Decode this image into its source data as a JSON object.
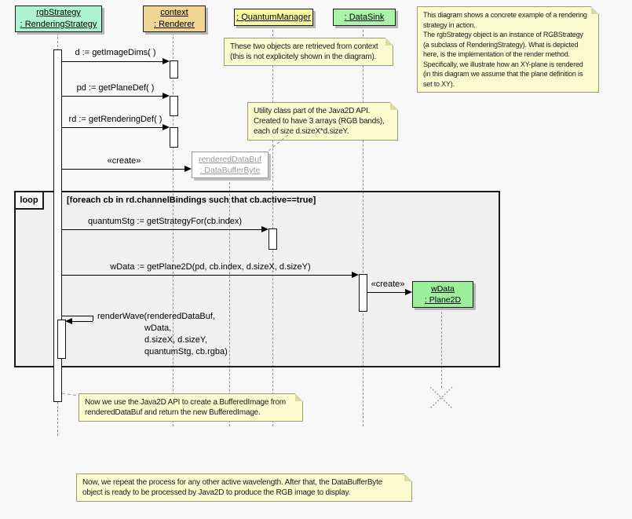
{
  "colors": {
    "background": "#f8f8f8",
    "rgbStrategy_fill": "#aef4d4",
    "context_fill": "#f0d593",
    "quantumManager_fill": "#f7f7a0",
    "dataSink_fill": "#abf2ab",
    "wData_fill": "#9cf09c",
    "renderedDataBuf_fill": "#ffffff",
    "renderedDataBuf_text": "#999999",
    "note_fill": "#fbfbd0",
    "shadow": "#b5b5b5"
  },
  "lifelines": {
    "rgbStrategy": {
      "line1": "rgbStrategy",
      "line2": ": RenderingStrategy"
    },
    "context": {
      "line1": "context",
      "line2": ": Renderer"
    },
    "quantumManager": {
      "line1": ": QuantumManager"
    },
    "dataSink": {
      "line1": ": DataSink"
    }
  },
  "objects": {
    "renderedDataBuf": {
      "line1": "renderedDataBuf",
      "line2": ": DataBufferByte"
    },
    "wData": {
      "line1": "wData",
      "line2": ": Plane2D"
    }
  },
  "loop": {
    "operator": "loop",
    "guard": "[foreach cb in rd.channelBindings such that cb.active==true]"
  },
  "messages": {
    "m1": "d := getImageDims( )",
    "m2": "pd := getPlaneDef( )",
    "m3": "rd := getRenderingDef( )",
    "create1": "«create»",
    "m4": "quantumStg := getStrategyFor(cb.index)",
    "m5": "wData := getPlane2D(pd, cb.index, d.sizeX, d.sizeY)",
    "create2": "«create»",
    "renderWave_line1": "renderWave(renderedDataBuf,",
    "renderWave_line2": "wData,",
    "renderWave_line3": "d.sizeX, d.sizeY,",
    "renderWave_line4": "quantumStg, cb.rgba)"
  },
  "notes": {
    "overview": "This diagram shows a concrete example of a rendering\nstrategy in action.\nThe rgbStrategy object is an instance of RGBStrategy\n(a subclass of RenderingStrategy). What is depicted\nhere, is the implementation of the render method.\nSpecifically, we illustrate how an XY-plane is rendered\n(in this diagram we assume that the plane definition is\nset to XY).",
    "retrieved": "These two objects are retrieved from context\n(this is not explicitely shown in the diagram).",
    "utility": "Utility class part of the Java2D API.\nCreated to have 3 arrays (RGB bands),\neach of size d.sizeX*d.sizeY.",
    "buffered": "Now we use the Java2D API to create a BufferedImage from\nrenderedDataBuf and return the new BufferedImage.",
    "repeat": "Now, we repeat the process for any other active wavelength. After that, the DataBufferByte\nobject is ready to be processed by Java2D to produce the RGB image to display."
  }
}
